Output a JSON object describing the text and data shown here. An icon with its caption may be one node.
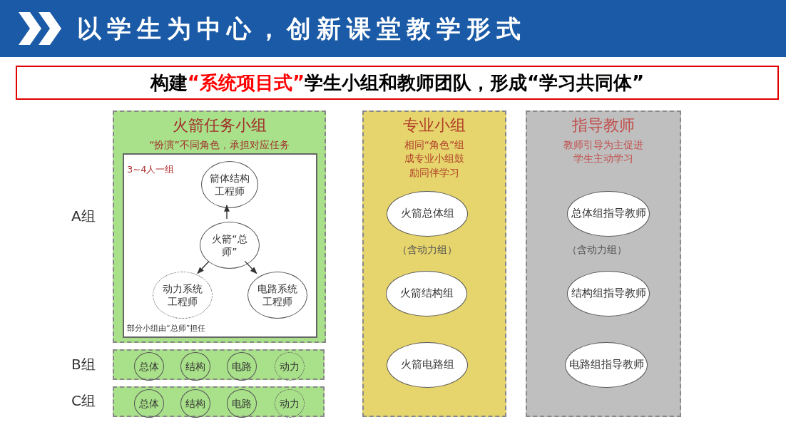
{
  "diagram": {
    "title": "以学生为中心，创新课堂教学形式",
    "nodes": [
      {
        "text": [
          "火箭任务小组",
          "“扮演”不同角色，承担对应任务"
        ]
      },
      {
        "text": [
          "3~4人一组",
          "部分小组由“总师”担任"
        ],
        "in": 0
      },
      {
        "text": [
          "箭体结构工程师"
        ],
        "in": 1
      },
      {
        "text": [
          "火箭“总师”"
        ],
        "in": 1
      },
      {
        "text": [
          "动力系统工程师"
        ],
        "in": 1
      },
      {
        "text": [
          "电路系统工程师"
        ],
        "in": 1
      },
      {
        "text": [],
        "shape": "box"
      },
      {
        "text": [
          "总体"
        ],
        "in": 6
      },
      {
        "text": [
          "结构"
        ],
        "in": 6
      },
      {
        "text": [
          "电路"
        ],
        "in": 6
      },
      {
        "text": [
          "动力"
        ],
        "in": 6
      },
      {
        "text": [],
        "shape": "box"
      },
      {
        "text": [
          "总体"
        ],
        "in": 11
      },
      {
        "text": [
          "结构"
        ],
        "in": 11
      },
      {
        "text": [
          "电路"
        ],
        "in": 11
      },
      {
        "text": [
          "动力"
        ],
        "in": 11
      },
      {
        "text": [
          "专业小组",
          "相同“角色”组成专业小组鼓励同伴学习"
        ]
      },
      {
        "text": [
          "火箭总体组"
        ],
        "in": 16,
        "beside": [
          "（含动力组）"
        ]
      },
      {
        "text": [
          "火箭结构组"
        ],
        "in": 16
      },
      {
        "text": [
          "火箭电路组"
        ],
        "in": 16
      },
      {
        "text": [
          "指导教师",
          "教师引导为主促进学生主动学习"
        ]
      },
      {
        "text": [
          "总体组指导教师"
        ],
        "in": 20,
        "beside": [
          "（含动力组）"
        ]
      },
      {
        "text": [
          "结构组指导教师"
        ],
        "in": 20
      },
      {
        "text": [
          "电路组指导教师"
        ],
        "in": 20
      }
    ],
    "edges": [
      {
        "from": 3,
        "to": 2,
        "arrow": "to"
      },
      {
        "from": 3,
        "to": 4,
        "arrow": "to"
      },
      {
        "from": 3,
        "to": 5,
        "arrow": "to"
      }
    ],
    "labels": [
      "构建**“系统项目式”**学生小组和教师团队，形成“学习共同体”",
      "A组",
      "B组",
      "C组"
    ]
  }
}
